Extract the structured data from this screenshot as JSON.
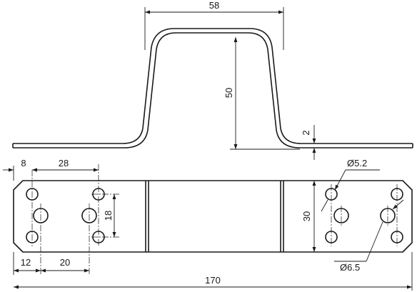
{
  "dimensions": {
    "bend_width": "58",
    "bend_height": "50",
    "thickness": "2",
    "hole_offset_8": "8",
    "hole_spacing_28": "28",
    "hole_offset_12": "12",
    "hole_spacing_20": "20",
    "hole_vertical_18": "18",
    "strap_width": "30",
    "small_hole_diameter": "Ø5.2",
    "large_hole_diameter": "Ø6.5",
    "overall_length": "170"
  }
}
